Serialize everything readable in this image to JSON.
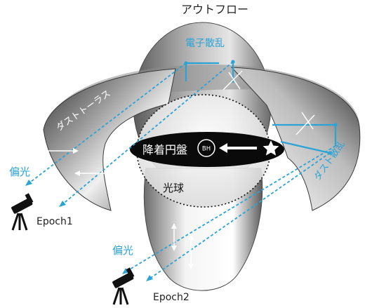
{
  "labels": {
    "outflow": "アウトフロー",
    "electron_scattering": "電子散乱",
    "dust_torus": "ダストトーラス",
    "dust_scattering": "ダスト散乱",
    "accretion_disk": "降着円盤",
    "black_hole": "BH",
    "photosphere": "光球",
    "polarization_1": "偏光",
    "polarization_2": "偏光",
    "epoch1": "Epoch1",
    "epoch2": "Epoch2"
  },
  "colors": {
    "accent_blue": "#2aa3d6",
    "disk_black": "#0a0a0a",
    "torus_dark": "#3a3a3a",
    "torus_light": "#e8e8e8",
    "outflow_gray": "#8a8a8a"
  },
  "icons": {
    "star": "star-icon",
    "telescope": "telescope-icon",
    "arrow": "arrow-left-icon"
  }
}
